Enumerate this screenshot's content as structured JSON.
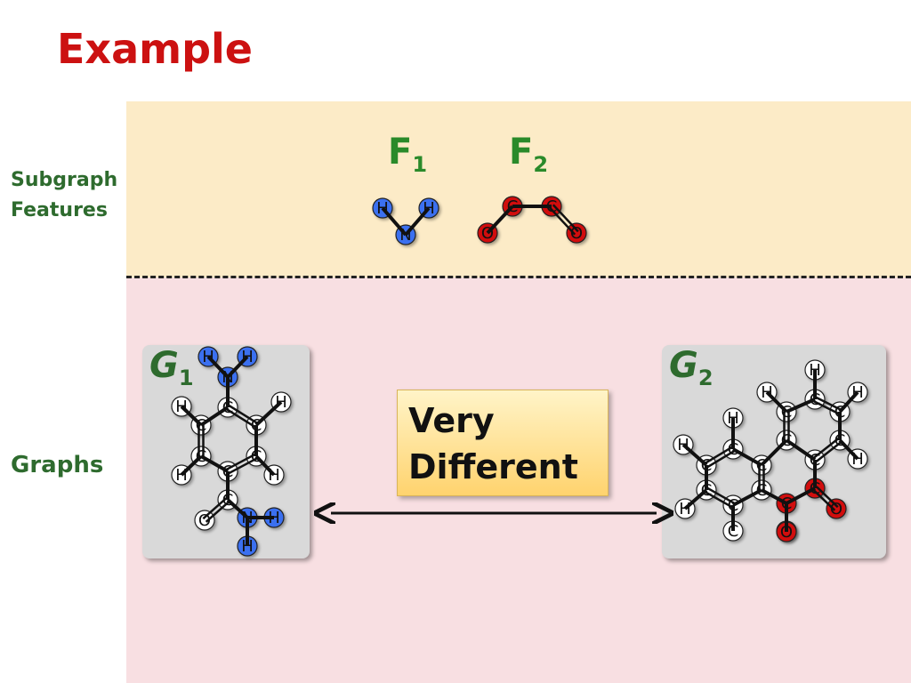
{
  "title": "Example",
  "labels": {
    "subgraph_features": [
      "Subgraph",
      "Features"
    ],
    "graphs": "Graphs"
  },
  "features": [
    {
      "letter": "F",
      "sub": "1"
    },
    {
      "letter": "F",
      "sub": "2"
    }
  ],
  "graphs": [
    {
      "letter": "G",
      "sub": "1"
    },
    {
      "letter": "G",
      "sub": "2"
    }
  ],
  "note": {
    "line1": "Very",
    "line2": "Different"
  },
  "colors": {
    "title": "#cc1111",
    "label_green": "#2e6b2e",
    "feature_green": "#2a8a2a",
    "features_band": "#fcebc7",
    "graphs_band": "#f8dfe2",
    "atom_blue": "#3b6ff0",
    "atom_red": "#d10d0d",
    "atom_white": "#ffffff"
  },
  "molecules": {
    "f1": {
      "atoms": [
        {
          "el": "H",
          "c": "blue"
        },
        {
          "el": "H",
          "c": "blue"
        },
        {
          "el": "N",
          "c": "blue"
        }
      ]
    },
    "f2": {
      "atoms": [
        {
          "el": "C",
          "c": "red"
        },
        {
          "el": "C",
          "c": "red"
        },
        {
          "el": "O",
          "c": "red"
        },
        {
          "el": "O",
          "c": "red"
        }
      ]
    },
    "g1": {
      "atoms": [
        {
          "el": "H",
          "c": "blue"
        },
        {
          "el": "H",
          "c": "blue"
        },
        {
          "el": "N",
          "c": "blue"
        },
        {
          "el": "C",
          "c": "white"
        },
        {
          "el": "C",
          "c": "white"
        },
        {
          "el": "C",
          "c": "white"
        },
        {
          "el": "C",
          "c": "white"
        },
        {
          "el": "C",
          "c": "white"
        },
        {
          "el": "C",
          "c": "white"
        },
        {
          "el": "H",
          "c": "white"
        },
        {
          "el": "H",
          "c": "white"
        },
        {
          "el": "H",
          "c": "white"
        },
        {
          "el": "H",
          "c": "white"
        },
        {
          "el": "C",
          "c": "white"
        },
        {
          "el": "O",
          "c": "white"
        },
        {
          "el": "N",
          "c": "blue"
        },
        {
          "el": "H",
          "c": "blue"
        },
        {
          "el": "H",
          "c": "blue"
        }
      ]
    },
    "g2": {
      "atoms": [
        {
          "el": "H",
          "c": "white"
        },
        {
          "el": "H",
          "c": "white"
        },
        {
          "el": "C",
          "c": "white"
        },
        {
          "el": "H",
          "c": "white"
        },
        {
          "el": "C",
          "c": "white"
        },
        {
          "el": "C",
          "c": "white"
        },
        {
          "el": "C",
          "c": "white"
        },
        {
          "el": "C",
          "c": "white"
        },
        {
          "el": "C",
          "c": "white"
        },
        {
          "el": "H",
          "c": "white"
        },
        {
          "el": "H",
          "c": "white"
        },
        {
          "el": "C",
          "c": "white"
        },
        {
          "el": "H",
          "c": "white"
        },
        {
          "el": "C",
          "c": "white"
        },
        {
          "el": "C",
          "c": "white"
        },
        {
          "el": "C",
          "c": "white"
        },
        {
          "el": "C",
          "c": "white"
        },
        {
          "el": "C",
          "c": "white"
        },
        {
          "el": "H",
          "c": "white"
        },
        {
          "el": "C",
          "c": "white"
        },
        {
          "el": "H",
          "c": "white"
        },
        {
          "el": "C",
          "c": "red"
        },
        {
          "el": "C",
          "c": "red"
        },
        {
          "el": "O",
          "c": "red"
        },
        {
          "el": "O",
          "c": "red"
        }
      ]
    }
  }
}
